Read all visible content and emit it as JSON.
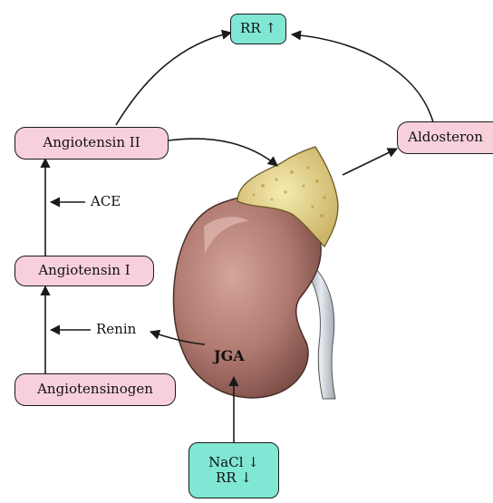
{
  "nodes": {
    "rr_up": "RR ↑",
    "aldosteron": "Aldosteron",
    "angiotensin_ii": "Angiotensin II",
    "angiotensin_i": "Angiotensin I",
    "angiotensinogen": "Angiotensinogen",
    "nacl_down": "NaCl ↓",
    "rr_down": "RR ↓"
  },
  "labels": {
    "ace": "ACE",
    "renin": "Renin",
    "jga": "JGA"
  },
  "colors": {
    "node_pink": "#f8d0dc",
    "node_teal": "#7fe7d4",
    "kidney": "#b07a70",
    "adrenal_gland": "#e8d68c",
    "ureter": "#b9c3cc"
  }
}
